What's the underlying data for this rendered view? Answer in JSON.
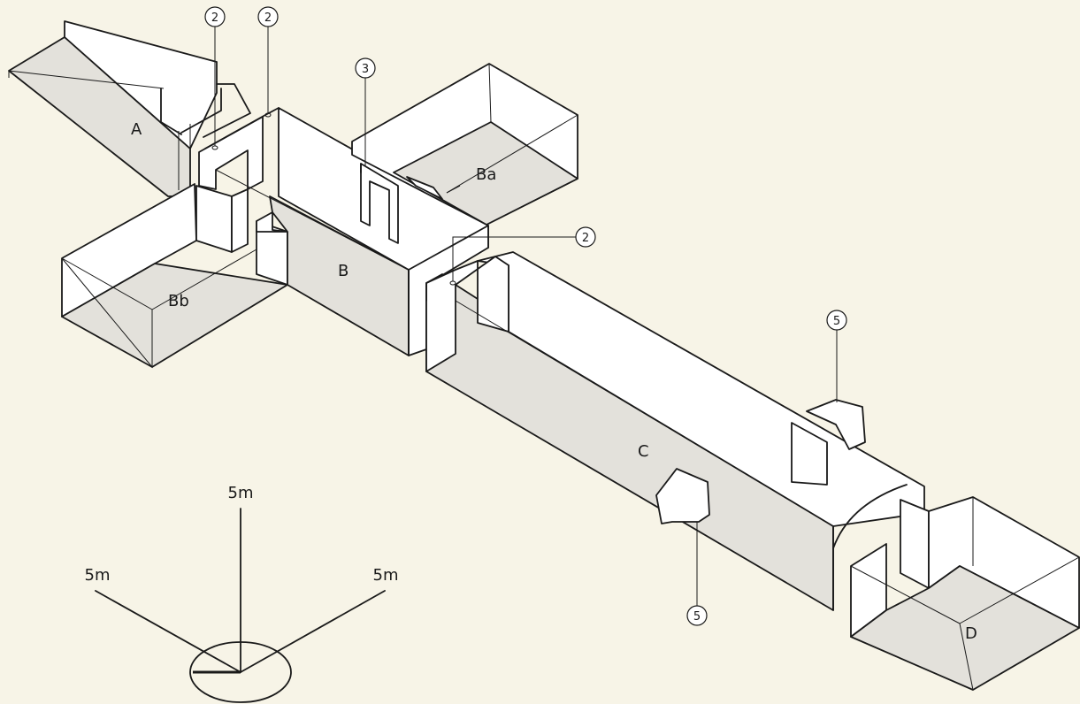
{
  "rooms": {
    "a": "A",
    "b": "B",
    "ba": "Ba",
    "bb": "Bb",
    "c": "C",
    "d": "D"
  },
  "callouts": {
    "c1": "2",
    "c2": "2",
    "c3": "3",
    "c4": "2",
    "c5": "5",
    "c6": "5"
  },
  "scale": {
    "vertical": "5m",
    "left": "5m",
    "right": "5m"
  }
}
